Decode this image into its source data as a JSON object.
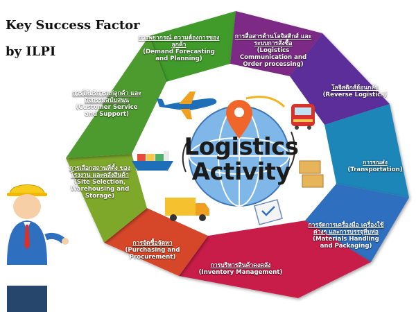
{
  "title": {
    "line1": "Key Success Factor",
    "line2": "by ILPI"
  },
  "center": {
    "line1": "Logistics",
    "line2": "Activity"
  },
  "segments": [
    {
      "th": "การพยากรณ์ ความต้องการของลูกค้า",
      "en": "(Demand Forecasting and Planning)",
      "color": "#3f9b2c"
    },
    {
      "th": "การสื่อสารด้านโลจิสติกส์ และระบบการสั่งซื้อ",
      "en": "(Logistics Communication and Order processing)",
      "color": "#7b2a86"
    },
    {
      "th": "โลจิสติกส์ย้อนกลับ",
      "en": "(Reverse Logistics)",
      "color": "#5b2e9a"
    },
    {
      "th": "การขนส่ง",
      "en": "(Transportation)",
      "color": "#1f86b8"
    },
    {
      "th": "การจัดการเครื่องมือ เครื่องใช้ต่างๆ และการบรรจุหีบห่อ",
      "en": "(Materials Handling and Packaging)",
      "color": "#2f6fbf"
    },
    {
      "th": "การบริหารสินค้าคงคลัง",
      "en": "(Inventory Management)",
      "color": "#c81e4a"
    },
    {
      "th": "การจัดซื้อจัดหา",
      "en": "(Purchasing and Procurement)",
      "color": "#d6462a"
    },
    {
      "th": "การเลือกสถานที่ตั้ง ของโรงงาน และคลังสินค้า",
      "en": "(Site Selection, Warehousing and Storage)",
      "color": "#7ea82a"
    },
    {
      "th": "การให้บริการแก่ลูกค้า และกิจกรรมสนับสนุน",
      "en": "(Customer Service and Support)",
      "color": "#4e9a2e"
    }
  ]
}
